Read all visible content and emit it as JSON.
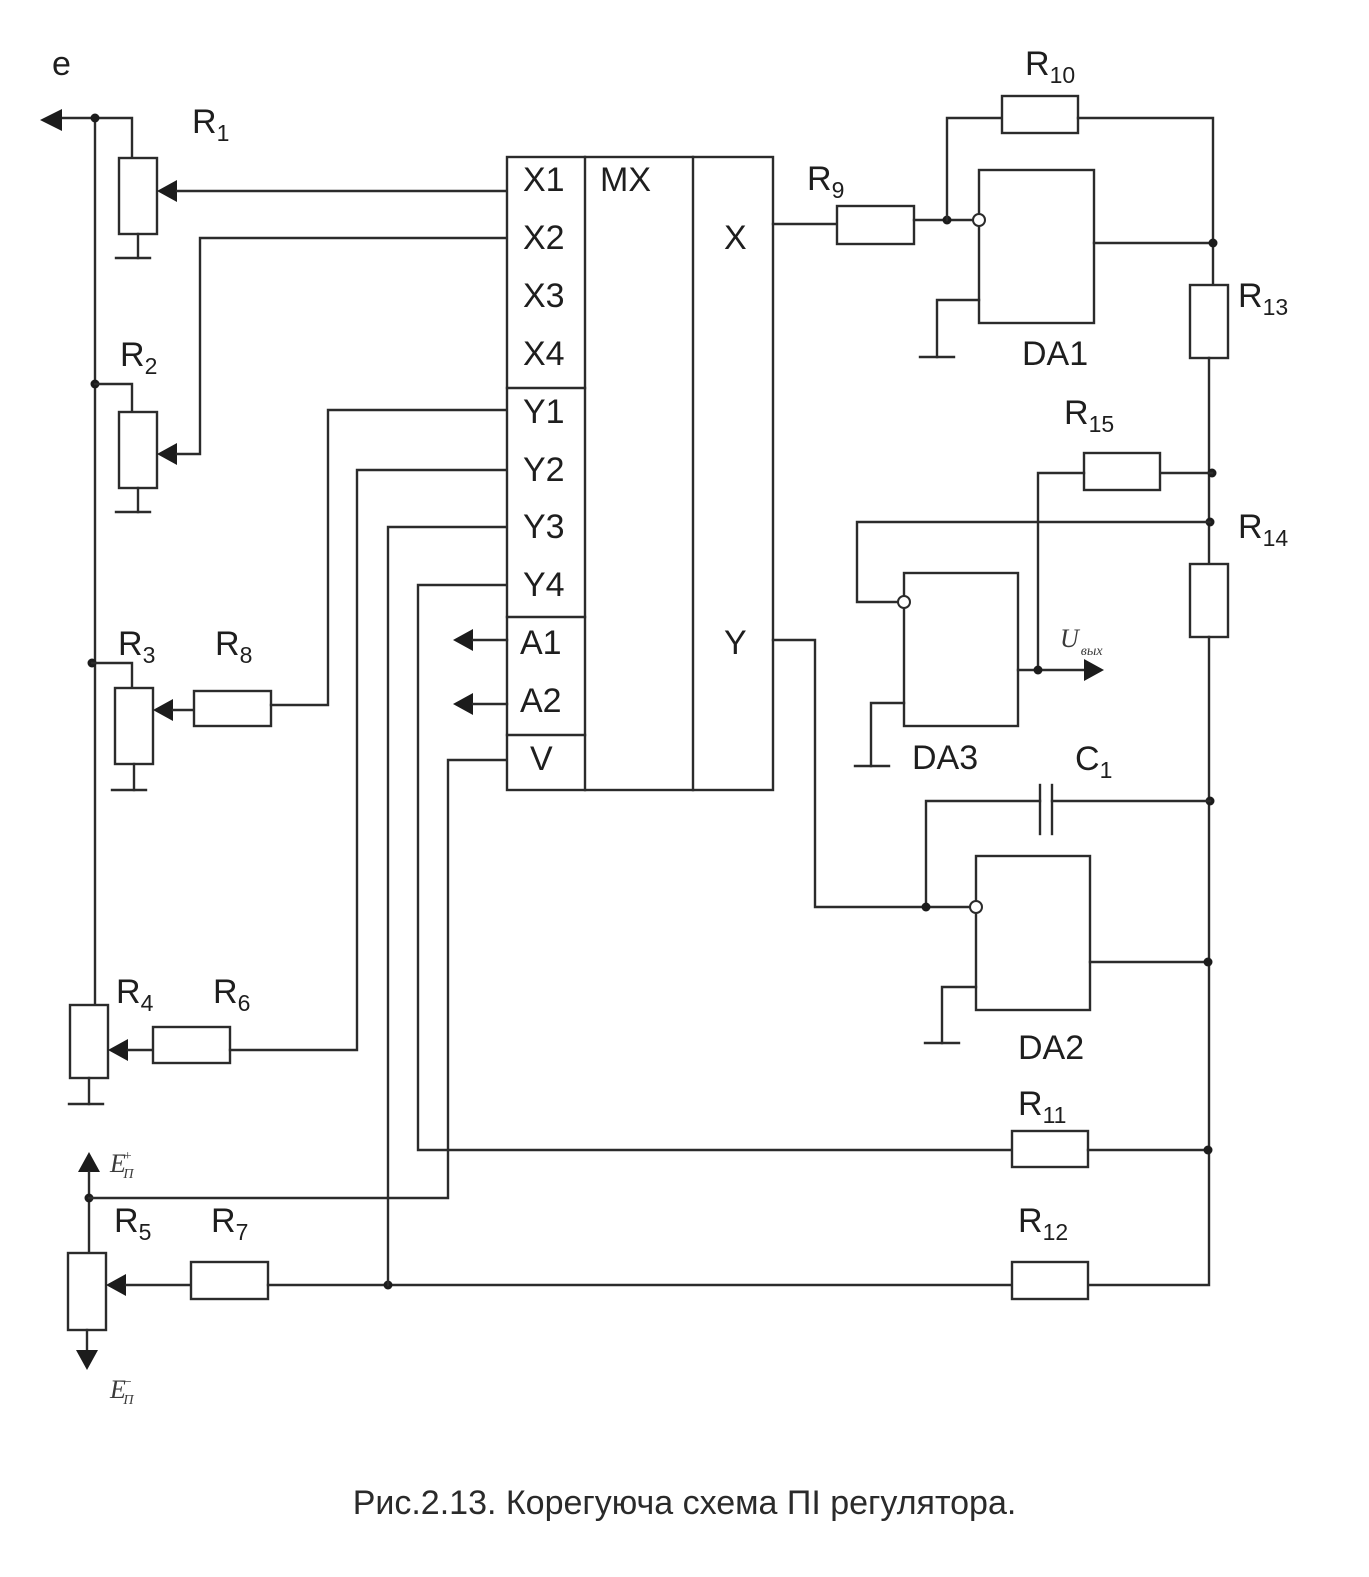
{
  "caption": "Рис.2.13. Корегуюча схема ПІ регулятора.",
  "signal_e": "e",
  "mux": {
    "name": "MX",
    "inputs_x": [
      "X1",
      "X2",
      "X3",
      "X4"
    ],
    "inputs_y": [
      "Y1",
      "Y2",
      "Y3",
      "Y4"
    ],
    "address": [
      "A1",
      "A2"
    ],
    "enable": "V",
    "out_x": "X",
    "out_y": "Y"
  },
  "resistors": {
    "r1": {
      "base": "R",
      "idx": "1"
    },
    "r2": {
      "base": "R",
      "idx": "2"
    },
    "r3": {
      "base": "R",
      "idx": "3"
    },
    "r4": {
      "base": "R",
      "idx": "4"
    },
    "r5": {
      "base": "R",
      "idx": "5"
    },
    "r6": {
      "base": "R",
      "idx": "6"
    },
    "r7": {
      "base": "R",
      "idx": "7"
    },
    "r8": {
      "base": "R",
      "idx": "8"
    },
    "r9": {
      "base": "R",
      "idx": "9"
    },
    "r10": {
      "base": "R",
      "idx": "10"
    },
    "r11": {
      "base": "R",
      "idx": "11"
    },
    "r12": {
      "base": "R",
      "idx": "12"
    },
    "r13": {
      "base": "R",
      "idx": "13"
    },
    "r14": {
      "base": "R",
      "idx": "14"
    },
    "r15": {
      "base": "R",
      "idx": "15"
    }
  },
  "capacitor": {
    "base": "C",
    "idx": "1"
  },
  "opamps": {
    "da1": "DA1",
    "da2": "DA2",
    "da3": "DA3"
  },
  "supply": {
    "pos": {
      "base": "E",
      "sub": "П",
      "sup": "+"
    },
    "neg": {
      "base": "E",
      "sub": "П",
      "sup": "−"
    }
  },
  "output": {
    "base": "U",
    "sub": "вых"
  }
}
